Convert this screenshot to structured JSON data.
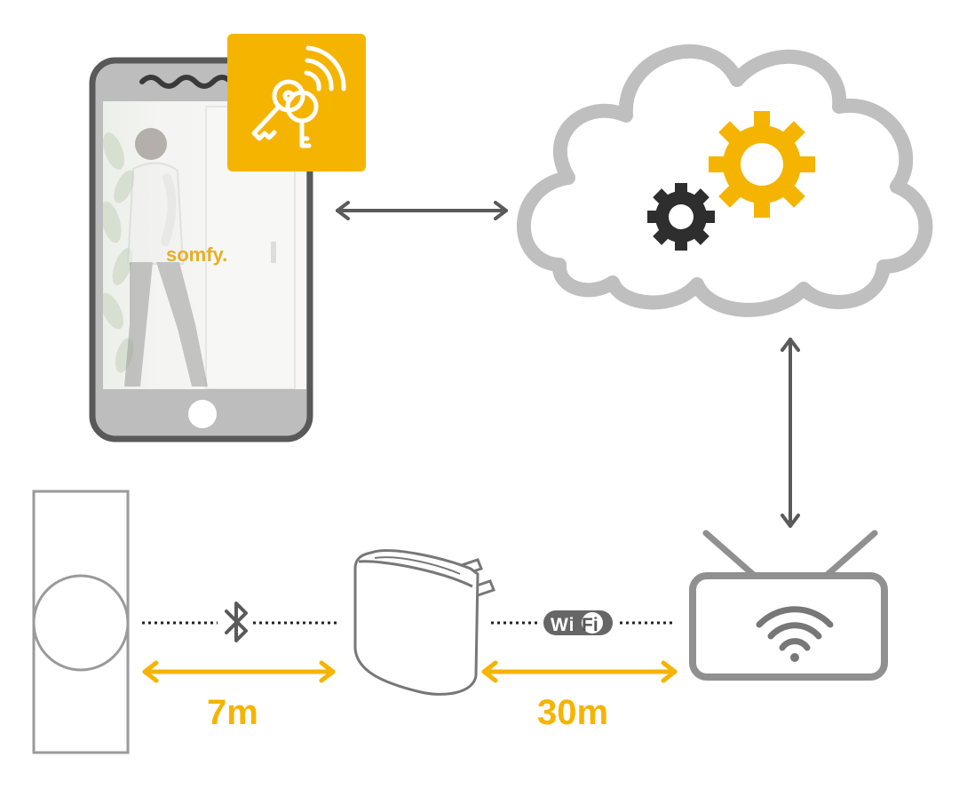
{
  "colors": {
    "accent": "#f5b400",
    "frame": "#6a6a6a",
    "light_gray": "#b9b9b9",
    "arrow": "#5a5a5a",
    "dark_gear": "#2e2e2e"
  },
  "phone": {
    "brand": "somfy.",
    "badge_icon": "keys-wireless-icon"
  },
  "links": {
    "bluetooth_icon": "bluetooth-icon",
    "wifi_badge_text": "WiFi",
    "range_lock_to_bridge": "7m",
    "range_bridge_to_router": "30m"
  },
  "cloud": {
    "icon_yellow": "gear-icon",
    "icon_dark": "gear-icon"
  }
}
